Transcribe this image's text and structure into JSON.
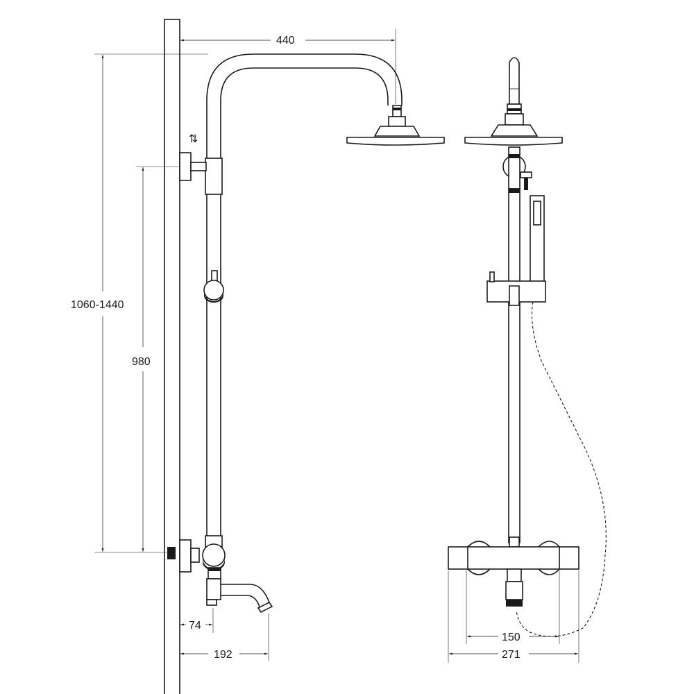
{
  "dimensions": {
    "arm_reach": "440",
    "adjustable_height": "1060-1440",
    "rail_height": "980",
    "spout_offset": "74",
    "spout_reach": "192",
    "valve_centers": "150",
    "mixer_width": "271"
  },
  "symbols": {
    "height_adjust": "⇅"
  }
}
